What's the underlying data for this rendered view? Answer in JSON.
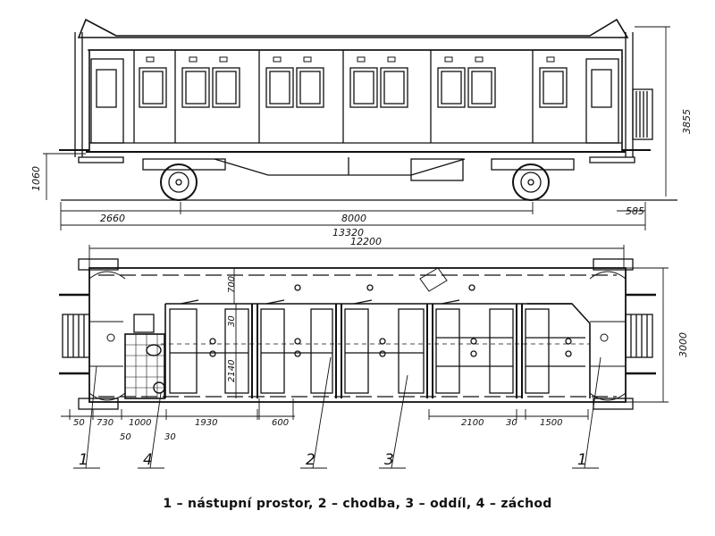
{
  "side_view": {
    "dimensions": {
      "height_total": "3855",
      "height_floor": "1060",
      "axle_offset": "2660",
      "wheelbase": "8000",
      "overhang": "585",
      "length_over_buffers": "13320"
    }
  },
  "plan_view": {
    "dimensions": {
      "length_body": "12200",
      "width": "3000",
      "corridor_width": "700",
      "partition_1": "30",
      "compartment_width": "2140",
      "end_a": "50",
      "entrance_length": "730",
      "toilet_length": "1000",
      "offset_b": "50",
      "partition_2": "30",
      "compartment_length": "1930",
      "door_width": "600",
      "compartment_length_b": "2100",
      "partition_3": "30",
      "end_compartment": "1500"
    },
    "callouts": [
      "1",
      "4",
      "2",
      "3",
      "1"
    ]
  },
  "caption": "1 – nástupní prostor, 2 – chodba, 3 – oddíl, 4 – záchod"
}
